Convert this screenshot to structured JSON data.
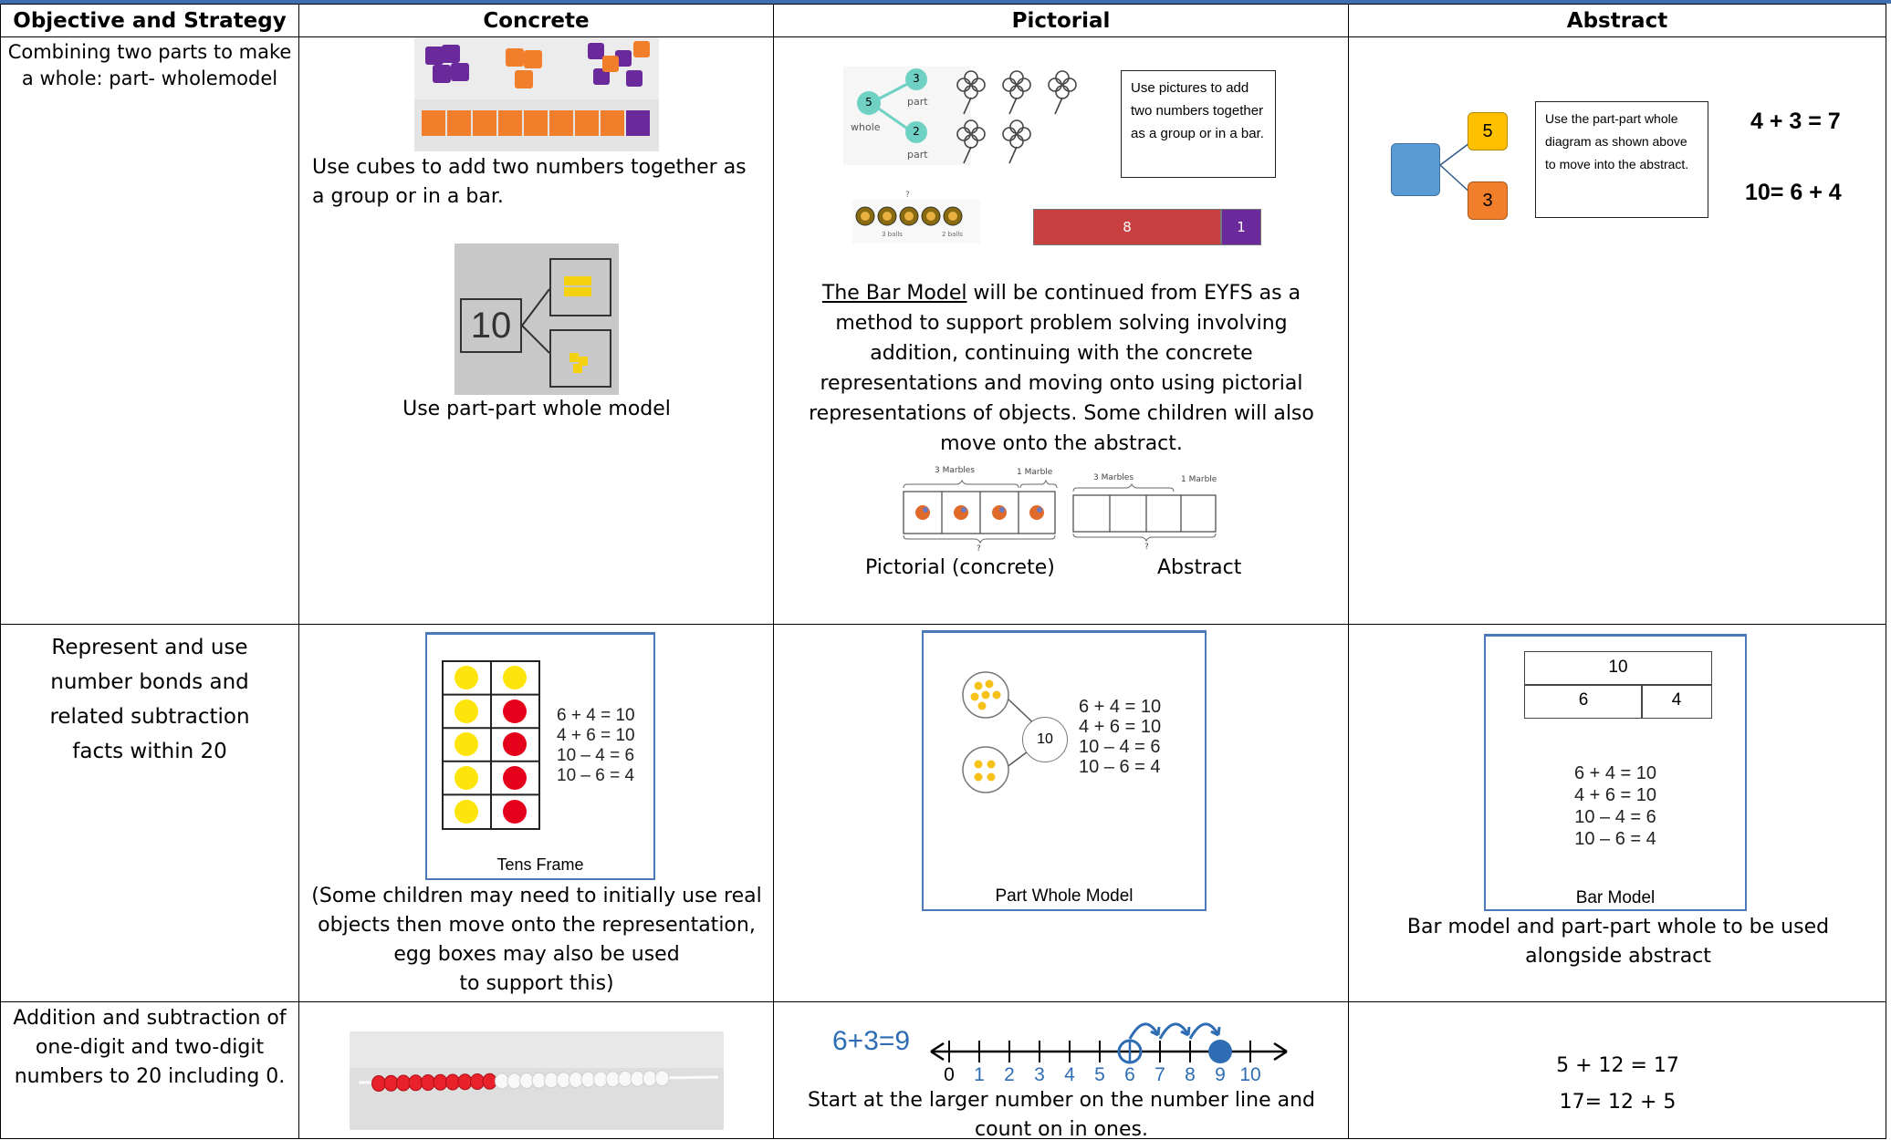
{
  "headers": {
    "objective": "Objective and Strategy",
    "concrete": "Concrete",
    "pictorial": "Pictorial",
    "abstract": "Abstract"
  },
  "row1": {
    "objective": "Combining two parts to make a whole: part- wholemodel",
    "concrete": {
      "cubes_caption": "Use cubes to add two numbers together as a group or in a bar.",
      "tenblock_number": "10",
      "partwhole_caption": "Use part-part whole model"
    },
    "pictorial": {
      "whole_label": "whole",
      "whole_value": "5",
      "part_label": "part",
      "part_a_value": "3",
      "part_b_value": "2",
      "note": "Use pictures to add two numbers together as a group or in a bar.",
      "balls_question": "?",
      "balls_left_label": "3 balls",
      "balls_right_label": "2 balls",
      "bar_big": "8",
      "bar_small": "1",
      "bar_model_link": "The Bar Model",
      "bar_model_text": " will be continued from EYFS as a method to support problem solving involving addition, continuing with the concrete representations and moving onto using pictorial representations of objects. Some children will also move onto the abstract.",
      "marbles_3": "3 Marbles",
      "marbles_1": "1 Marble",
      "marbles_q": "?",
      "pictorial_concrete_label": "Pictorial (concrete)",
      "abstract_label": "Abstract"
    },
    "abstract": {
      "part_top": "5",
      "part_bottom": "3",
      "note": "Use the part-part whole diagram as shown above to move into the abstract.",
      "eq1": "4 + 3 = 7",
      "eq2": "10= 6 + 4"
    }
  },
  "row2": {
    "objective": "Represent and use number bonds and related subtraction facts within 20",
    "concrete": {
      "equations": [
        "6 + 4 = 10",
        "4 + 6 = 10",
        "10 – 4 = 6",
        "10 – 6 = 4"
      ],
      "frame_caption": "Tens Frame",
      "note": "(Some children may need to initially use real objects then move onto the representation, egg boxes may also be used",
      "note_end": "to support this)"
    },
    "pictorial": {
      "whole": "10",
      "equations": [
        "6 + 4 = 10",
        "4 + 6 = 10",
        "10 – 4 = 6",
        "10 – 6 = 4"
      ],
      "caption": "Part Whole Model"
    },
    "abstract": {
      "bar_top": "10",
      "bar_left": "6",
      "bar_right": "4",
      "equations": [
        "6 + 4 = 10",
        "4 + 6 = 10",
        "10 – 4 = 6",
        "10 – 6 = 4"
      ],
      "caption": "Bar Model",
      "note": "Bar model and part-part whole to be used alongside abstract"
    }
  },
  "row3": {
    "objective": "Addition and subtraction of one-digit and two-digit numbers to 20 including 0.",
    "pictorial": {
      "sum": "6+3=9",
      "ticks": [
        "0",
        "1",
        "2",
        "3",
        "4",
        "5",
        "6",
        "7",
        "8",
        "9",
        "10"
      ],
      "caption": "Start at the larger number on the number line and count on in ones."
    },
    "abstract": {
      "eq1": "5 + 12 = 17",
      "eq2": "17= 12 + 5"
    }
  },
  "colors": {
    "frame_blue": "#4a78b8",
    "teal": "#6fd1c4",
    "orange": "#f07e2a",
    "purple": "#6a2a9c",
    "yellow": "#fde40a",
    "red": "#e5001b",
    "bar_red": "#c94040",
    "square_blue": "#5b9bd5",
    "square_yellow": "#ffc000",
    "number_blue": "#2e6db4"
  }
}
